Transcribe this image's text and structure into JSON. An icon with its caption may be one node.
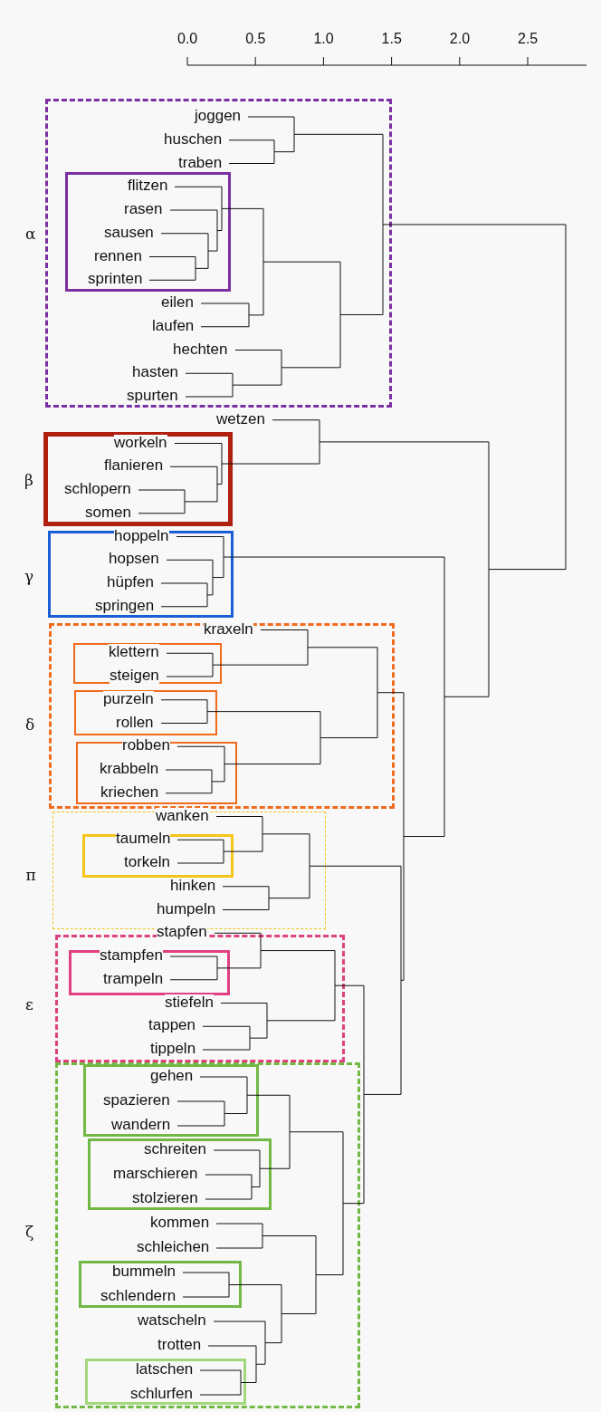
{
  "diagram": {
    "nodes": [
      {
        "text": [
          "α"
        ]
      },
      {
        "text": [
          "joggen"
        ],
        "in": 0
      },
      {
        "text": [
          "huschen"
        ],
        "in": 0
      },
      {
        "text": [
          "traben"
        ],
        "in": 0
      },
      {
        "text": [],
        "shape": "box",
        "in": 0
      },
      {
        "text": [
          "flitzen"
        ],
        "in": 4
      },
      {
        "text": [
          "rasen"
        ],
        "in": 4
      },
      {
        "text": [
          "sausen"
        ],
        "in": 4
      },
      {
        "text": [
          "rennen"
        ],
        "in": 4
      },
      {
        "text": [
          "sprinten"
        ],
        "in": 4
      },
      {
        "text": [
          "eilen"
        ],
        "in": 0
      },
      {
        "text": [
          "laufen"
        ],
        "in": 0
      },
      {
        "text": [
          "hechten"
        ],
        "in": 0
      },
      {
        "text": [
          "hasten"
        ],
        "in": 0
      },
      {
        "text": [
          "spurten"
        ],
        "in": 0
      },
      {
        "text": [
          "wetzen"
        ]
      },
      {
        "text": [
          "β"
        ]
      },
      {
        "text": [
          "workeln"
        ],
        "in": 16
      },
      {
        "text": [
          "flanieren"
        ],
        "in": 16
      },
      {
        "text": [
          "schlopern"
        ],
        "in": 16
      },
      {
        "text": [
          "somen"
        ],
        "in": 16
      },
      {
        "text": [
          "γ"
        ]
      },
      {
        "text": [
          "hoppeln"
        ],
        "in": 21
      },
      {
        "text": [
          "hopsen"
        ],
        "in": 21
      },
      {
        "text": [
          "hüpfen"
        ],
        "in": 21
      },
      {
        "text": [
          "springen"
        ],
        "in": 21
      },
      {
        "text": [
          "δ"
        ]
      },
      {
        "text": [
          "kraxeln"
        ],
        "in": 26
      },
      {
        "text": [],
        "shape": "box",
        "in": 26
      },
      {
        "text": [
          "klettern"
        ],
        "in": 28
      },
      {
        "text": [
          "steigen"
        ],
        "in": 28
      },
      {
        "text": [],
        "shape": "box",
        "in": 26
      },
      {
        "text": [
          "purzeln"
        ],
        "in": 31
      },
      {
        "text": [
          "rollen"
        ],
        "in": 31
      },
      {
        "text": [],
        "shape": "box",
        "in": 26
      },
      {
        "text": [
          "robben"
        ],
        "in": 34
      },
      {
        "text": [
          "krabbeln"
        ],
        "in": 34
      },
      {
        "text": [
          "kriechen"
        ],
        "in": 34
      },
      {
        "text": [
          "π"
        ]
      },
      {
        "text": [
          "wanken"
        ],
        "in": 38
      },
      {
        "text": [],
        "shape": "box",
        "in": 38
      },
      {
        "text": [
          "taumeln"
        ],
        "in": 40
      },
      {
        "text": [
          "torkeln"
        ],
        "in": 40
      },
      {
        "text": [
          "hinken"
        ],
        "in": 38
      },
      {
        "text": [
          "humpeln"
        ],
        "in": 38
      },
      {
        "text": [
          "ε"
        ]
      },
      {
        "text": [
          "stapfen"
        ],
        "in": 45
      },
      {
        "text": [],
        "shape": "box",
        "in": 45
      },
      {
        "text": [
          "stampfen"
        ],
        "in": 47
      },
      {
        "text": [
          "trampeln"
        ],
        "in": 47
      },
      {
        "text": [
          "stiefeln"
        ],
        "in": 45
      },
      {
        "text": [
          "tappen"
        ],
        "in": 45
      },
      {
        "text": [
          "tippeln"
        ],
        "in": 45
      },
      {
        "text": [
          "ζ"
        ]
      },
      {
        "text": [],
        "shape": "box",
        "in": 53
      },
      {
        "text": [
          "gehen"
        ],
        "in": 54
      },
      {
        "text": [
          "spazieren"
        ],
        "in": 54
      },
      {
        "text": [
          "wandern"
        ],
        "in": 54
      },
      {
        "text": [],
        "shape": "box",
        "in": 53
      },
      {
        "text": [
          "schreiten"
        ],
        "in": 58
      },
      {
        "text": [
          "marschieren"
        ],
        "in": 58
      },
      {
        "text": [
          "stolzieren"
        ],
        "in": 58
      },
      {
        "text": [
          "kommen"
        ],
        "in": 53
      },
      {
        "text": [
          "schleichen"
        ],
        "in": 53
      },
      {
        "text": [],
        "shape": "box",
        "in": 53
      },
      {
        "text": [
          "bummeln"
        ],
        "in": 64
      },
      {
        "text": [
          "schlendern"
        ],
        "in": 64
      },
      {
        "text": [
          "watscheln"
        ],
        "in": 53
      },
      {
        "text": [
          "trotten"
        ],
        "in": 53
      },
      {
        "text": [],
        "shape": "box",
        "in": 53
      },
      {
        "text": [
          "latschen"
        ],
        "in": 69
      },
      {
        "text": [
          "schlurfen"
        ],
        "in": 69
      }
    ],
    "labels": [
      "0.0",
      "0.5",
      "1.0",
      "1.5",
      "2.0",
      "2.5"
    ]
  }
}
